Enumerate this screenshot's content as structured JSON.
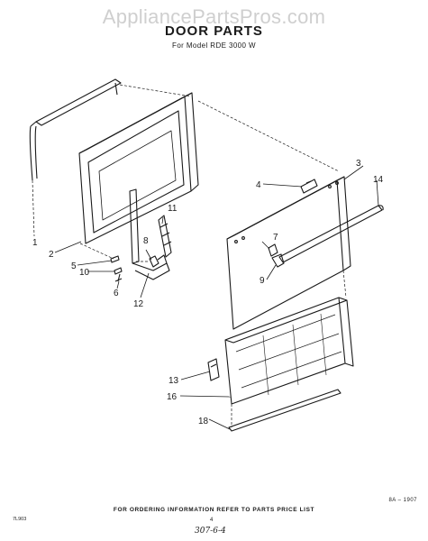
{
  "watermark": "AppliancePartsPros.com",
  "header": {
    "title": "DOOR PARTS",
    "subtitle": "For Model RDE 3000 W"
  },
  "callouts": [
    "1",
    "2",
    "3",
    "4",
    "5",
    "6",
    "7",
    "8",
    "9",
    "10",
    "11",
    "12",
    "13",
    "14",
    "16",
    "18"
  ],
  "footer": {
    "reference": "8A – 1907",
    "ordering_note": "FOR ORDERING INFORMATION REFER TO PARTS PRICE LIST",
    "page_number": "4",
    "left_code": "7L903",
    "handwritten": "307-6-4"
  }
}
